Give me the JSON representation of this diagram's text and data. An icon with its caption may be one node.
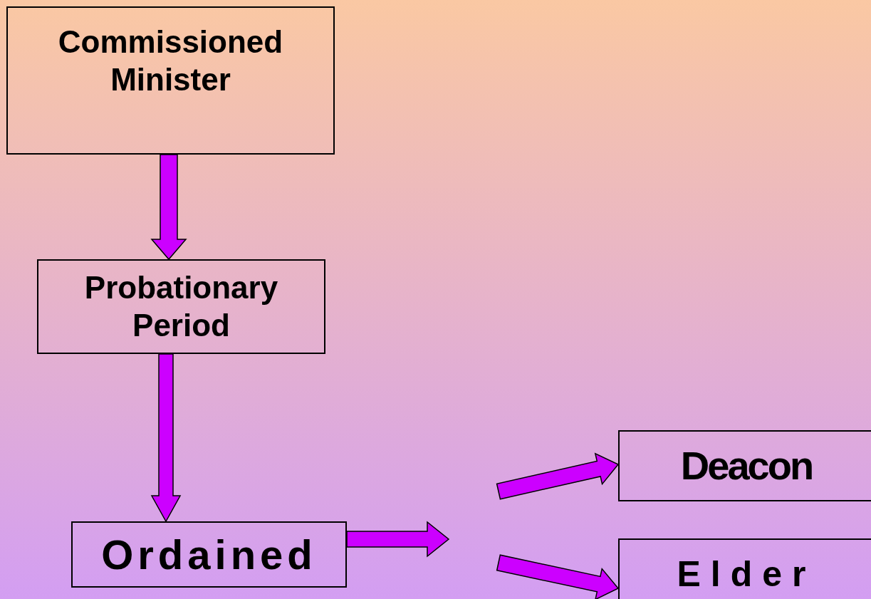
{
  "diagram": {
    "nodes": [
      {
        "text": [
          "Commissioned Minister"
        ]
      },
      {
        "text": [
          "Probationary Period"
        ]
      },
      {
        "text": [
          "Ordained"
        ]
      },
      {
        "text": [
          "Deacon"
        ]
      },
      {
        "text": [
          "Elder"
        ]
      }
    ],
    "edges": [
      {
        "from": 0,
        "to": 1,
        "arrow": "to"
      },
      {
        "from": 1,
        "to": 2,
        "arrow": "to"
      },
      {
        "from": 2,
        "to": null,
        "arrow": "to"
      },
      {
        "from": null,
        "to": 3,
        "arrow": "to"
      },
      {
        "from": null,
        "to": 4,
        "arrow": "to"
      }
    ]
  }
}
